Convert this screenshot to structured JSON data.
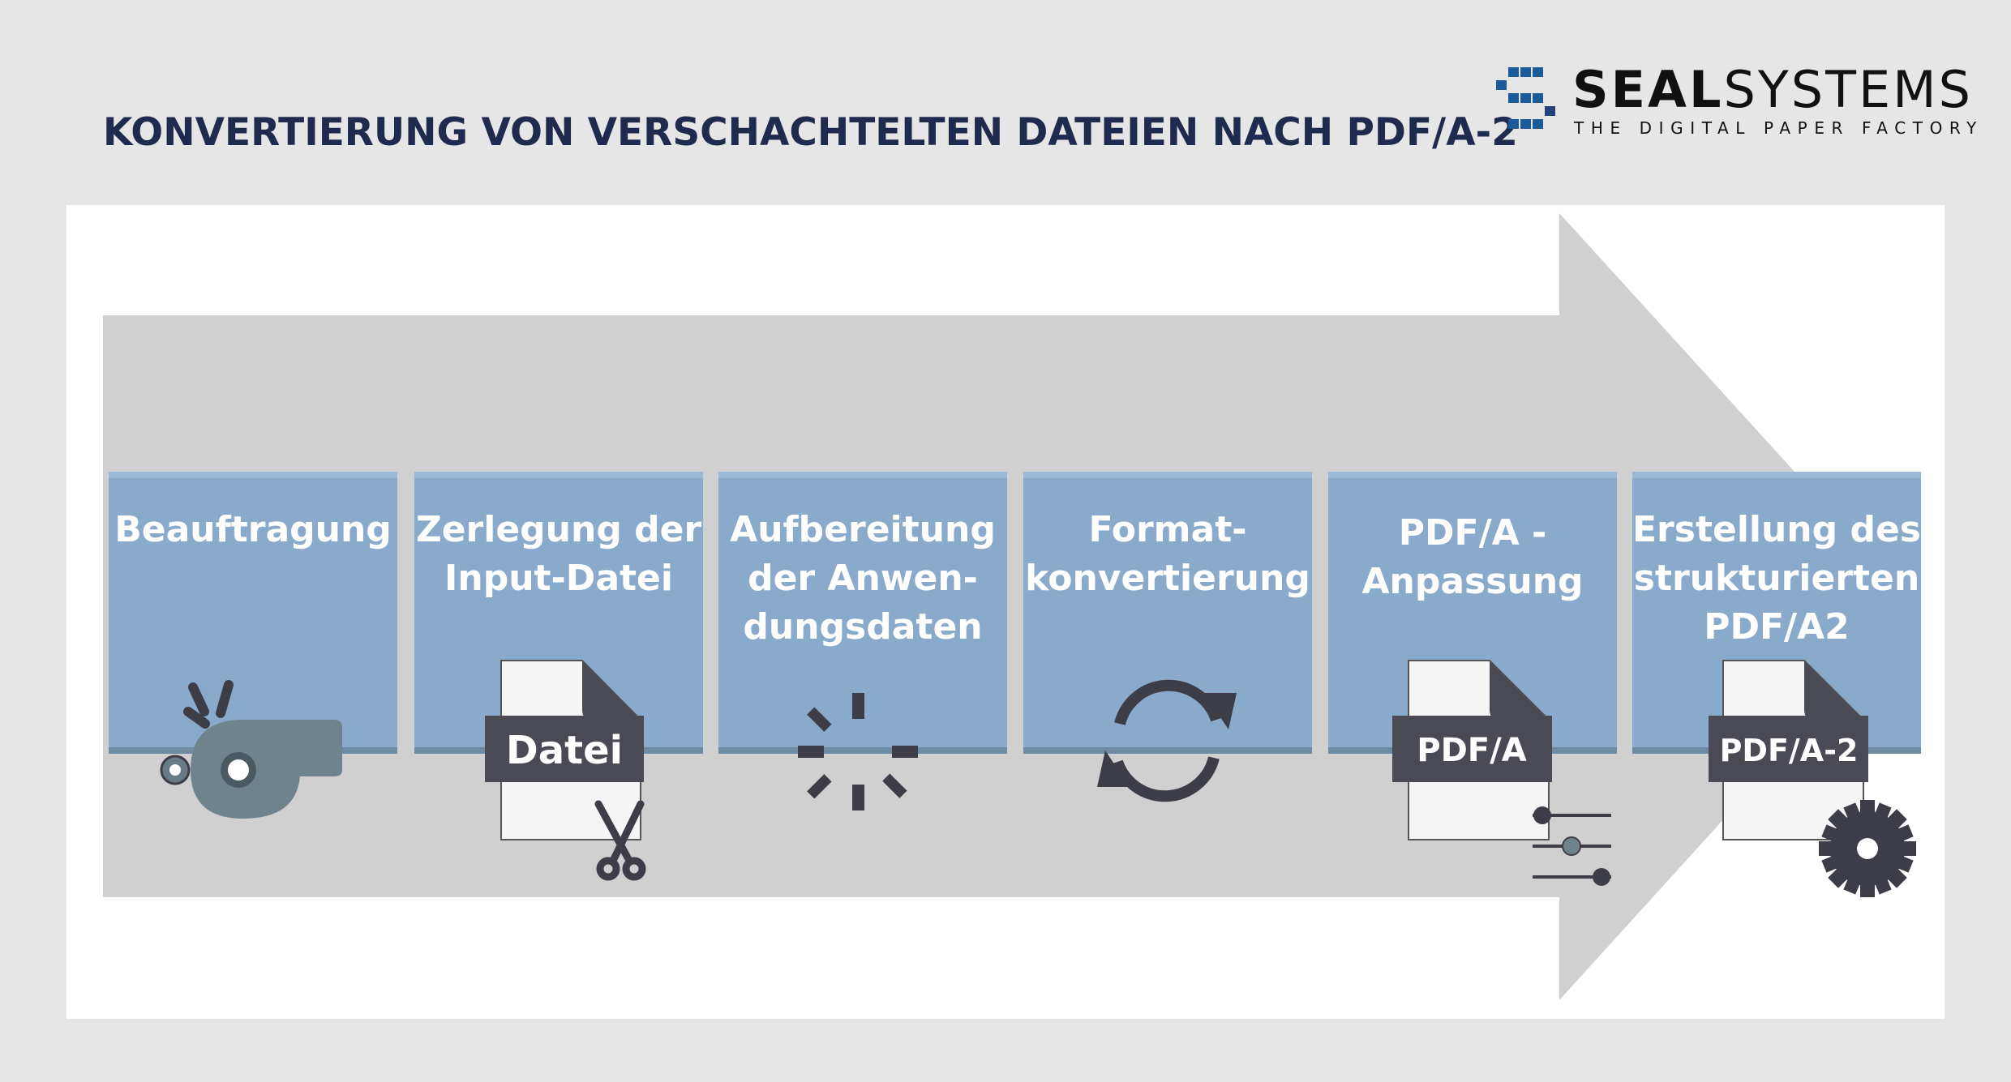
{
  "title": "KONVERTIERUNG VON VERSCHACHTELTEN DATEIEN NACH PDF/A-2",
  "logo": {
    "name_bold": "SEAL",
    "name_regular": "SYSTEMS",
    "tagline": "THE DIGITAL PAPER FACTORY",
    "color": "#1d5a9a"
  },
  "steps": [
    {
      "lines": [
        "Beauftragung"
      ],
      "icon": "whistle-icon"
    },
    {
      "lines": [
        "Zerlegung der",
        "Input-Datei"
      ],
      "icon": "document-scissors-icon",
      "badge": "Datei"
    },
    {
      "lines": [
        "Aufbereitung",
        "der Anwen-",
        "dungsdaten"
      ],
      "icon": "loading-spinner-icon"
    },
    {
      "lines": [
        "Format-",
        "konvertierung"
      ],
      "icon": "refresh-icon"
    },
    {
      "lines": [
        "PDF/A -",
        "Anpassung"
      ],
      "icon": "document-sliders-icon",
      "badge": "PDF/A"
    },
    {
      "lines": [
        "Erstellung des",
        "strukturierten",
        "PDF/A2"
      ],
      "icon": "document-gear-icon",
      "badge": "PDF/A-2"
    }
  ],
  "colors": {
    "box": "#8aaacb",
    "arrow": "#d0d0d0",
    "icon": "#4a4a55",
    "title": "#1f2a4f"
  }
}
